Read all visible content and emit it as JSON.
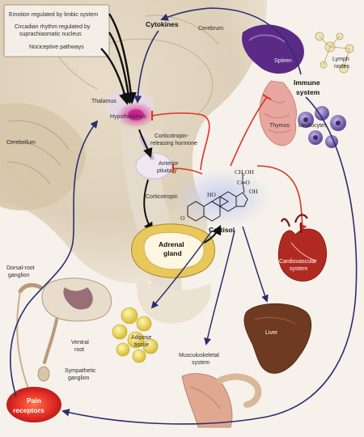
{
  "input_box": {
    "lines": [
      "Emotion regulated by limbic system",
      "Circadian rhythm regulated by",
      "suprachiasmatic nucleus",
      "Nociceptive pathways"
    ]
  },
  "labels": {
    "cytokines": "Cytokines",
    "cerebrum": "Cerebrum",
    "spleen": "Spleen",
    "lymph_nodes_1": "Lymph",
    "lymph_nodes_2": "nodes",
    "immune_1": "Immune",
    "immune_2": "system",
    "thymus": "Thymus",
    "leukocytes": "Leukocytes",
    "thalamus": "Thalamus",
    "hypothalamus": "Hypothalamus",
    "crh_1": "Corticotropin-",
    "crh_2": "releasing hormone",
    "cerebellum": "Cerebellum",
    "anterior_1": "Anterior",
    "anterior_2": "pituitary",
    "corticotropin": "Corticotropin",
    "cortisol": "Cortisol",
    "adrenal_1": "Adrenal",
    "adrenal_2": "gland",
    "cardio_1": "Cardiovascular",
    "cardio_2": "system",
    "dorsal_1": "Dorsal-root",
    "dorsal_2": "ganglion",
    "ventral_1": "Ventral",
    "ventral_2": "root",
    "adipose_1": "Adipose",
    "adipose_2": "tissue",
    "liver": "Liver",
    "musculo_1": "Musculoskeletal",
    "musculo_2": "system",
    "sympathetic_1": "Sympathetic",
    "sympathetic_2": "ganglion",
    "pain_1": "Pain",
    "pain_2": "receptors"
  },
  "molecule": {
    "ch2oh": "CH₂OH",
    "co": "C═O",
    "oh": "OH",
    "ho": "HO",
    "o": "O"
  },
  "colors": {
    "stimulatory": "#2b2f6e",
    "inhibitory": "#d8342a",
    "hypothalamus": "#c0188a",
    "pain": "#e2221b",
    "spleen": "#5a2a86",
    "adrenal": "#e8c85a",
    "liver": "#6e3a22",
    "heart": "#b02a22"
  }
}
